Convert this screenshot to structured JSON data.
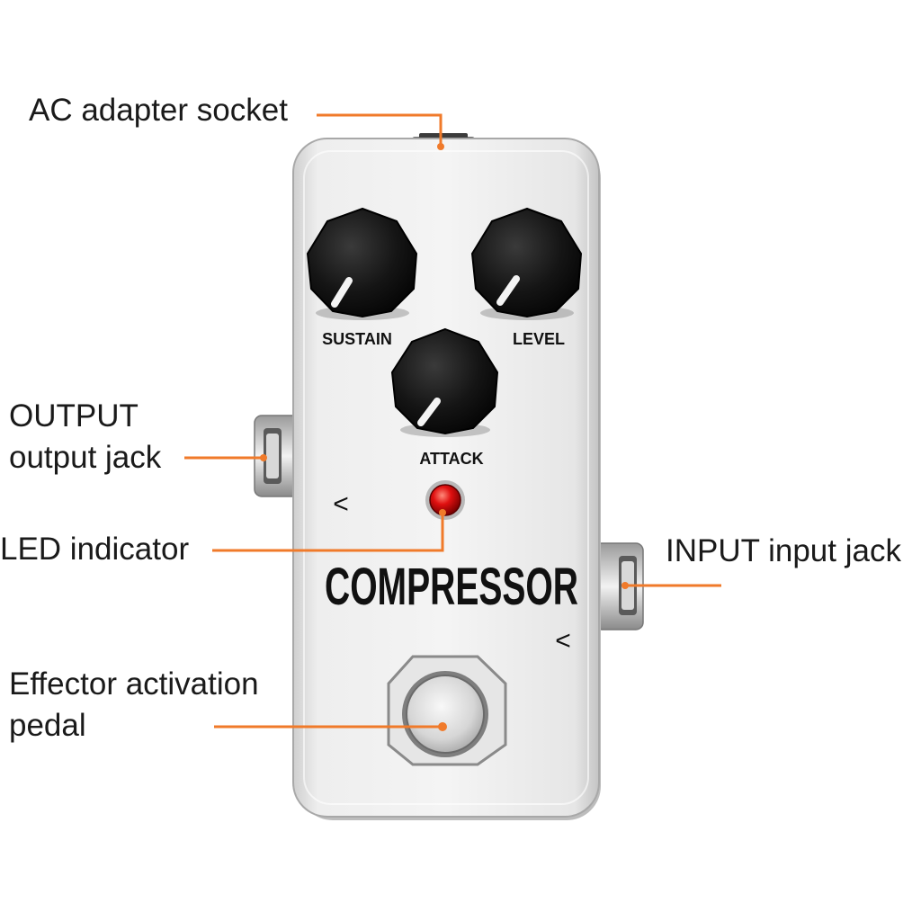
{
  "callouts": {
    "ac_adapter": "AC adapter socket",
    "output_line1": "OUTPUT",
    "output_line2": "output jack",
    "led": "LED indicator",
    "input": "INPUT input jack",
    "pedal_line1": "Effector activation",
    "pedal_line2": "pedal"
  },
  "pedal": {
    "knob_labels": {
      "sustain": "SUSTAIN",
      "level": "LEVEL",
      "attack": "ATTACK"
    },
    "brand_text": "COMPRESSOR",
    "arrow_left": "<",
    "arrow_right": "<"
  },
  "colors": {
    "callout_line": "#f07a2a",
    "led": "#e01010",
    "body": "#e9e9e9",
    "knob": "#141414"
  }
}
